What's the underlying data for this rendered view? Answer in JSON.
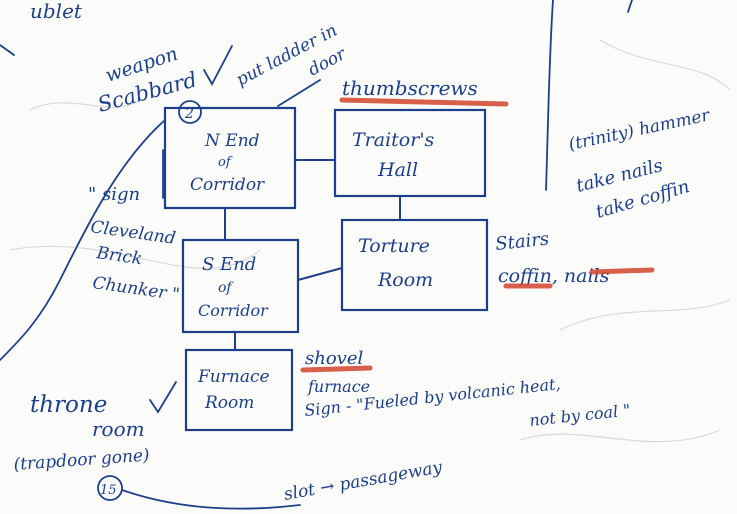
{
  "top_left_note": "ublet",
  "rooms": {
    "north_corridor": {
      "line1": "N End",
      "line2": "of",
      "line3": "Corridor"
    },
    "traitors_hall": {
      "line1": "Traitor's",
      "line2": "Hall"
    },
    "south_corridor": {
      "line1": "S End",
      "line2": "of",
      "line3": "Corridor"
    },
    "torture_room": {
      "line1": "Torture",
      "line2": "Room"
    },
    "furnace_room": {
      "line1": "Furnace",
      "line2": "Room"
    }
  },
  "notes": {
    "weapon_scabbard": {
      "line1": "weapon",
      "line2": "Scabbard"
    },
    "room_marker_top": "2",
    "put_ladder": {
      "line1": "put ladder in",
      "line2": "door"
    },
    "thumbscrews": "thumbscrews",
    "sign_note": {
      "line1": "\" sign",
      "line2": "Cleveland",
      "line3": "Brick",
      "line4": "Chunker \""
    },
    "stairs_coffin": {
      "line1": "Stairs",
      "line2": "coffin, nails"
    },
    "right_notes": {
      "line1": "(trinity) hammer",
      "line2": "take nails",
      "line3": "take coffin"
    },
    "shovel": "shovel",
    "furnace_sign": {
      "line1": "furnace",
      "line2": "Sign - \"Fueled by volcanic heat,",
      "line3": "not by coal \""
    },
    "throne_room": {
      "line1": "throne",
      "line2": "room"
    },
    "trapdoor": "(trapdoor gone)",
    "room_marker_bottom": "15",
    "slot_passageway": "slot → passageway"
  },
  "colors": {
    "ink": "#1c3f8c",
    "highlight": "#d2452c",
    "paper": "#fbfbf9"
  }
}
